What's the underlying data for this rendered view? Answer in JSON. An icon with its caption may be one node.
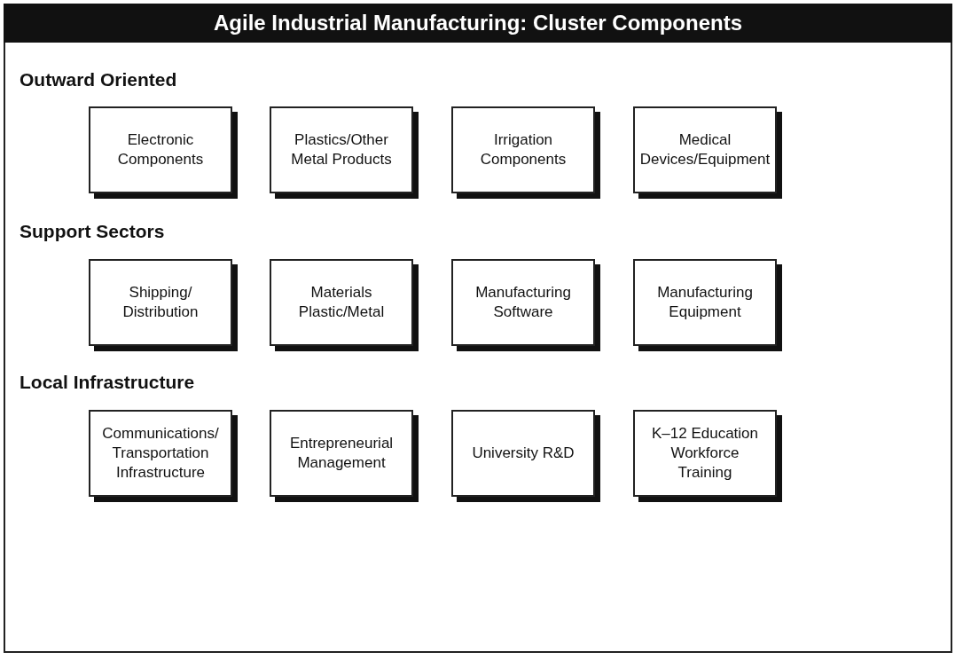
{
  "diagram": {
    "title": "Agile Industrial Manufacturing: Cluster Components",
    "nodes": [
      {
        "text": [
          "Electronic Components"
        ]
      },
      {
        "text": [
          "Plastics/Other Metal Products"
        ]
      },
      {
        "text": [
          "Irrigation Components"
        ]
      },
      {
        "text": [
          "Medical Devices/Equipment"
        ]
      },
      {
        "text": [
          "Shipping/ Distribution"
        ]
      },
      {
        "text": [
          "Materials Plastic/Metal"
        ]
      },
      {
        "text": [
          "Manufacturing Software"
        ]
      },
      {
        "text": [
          "Manufacturing Equipment"
        ]
      },
      {
        "text": [
          "Communications/ Transportation Infrastructure"
        ]
      },
      {
        "text": [
          "Entrepreneurial Management"
        ]
      },
      {
        "text": [
          "University R&D"
        ]
      },
      {
        "text": [
          "K–12 Education Workforce Training"
        ]
      }
    ],
    "labels": [
      "Outward Oriented",
      "Support Sectors",
      "Local Infrastructure"
    ]
  }
}
